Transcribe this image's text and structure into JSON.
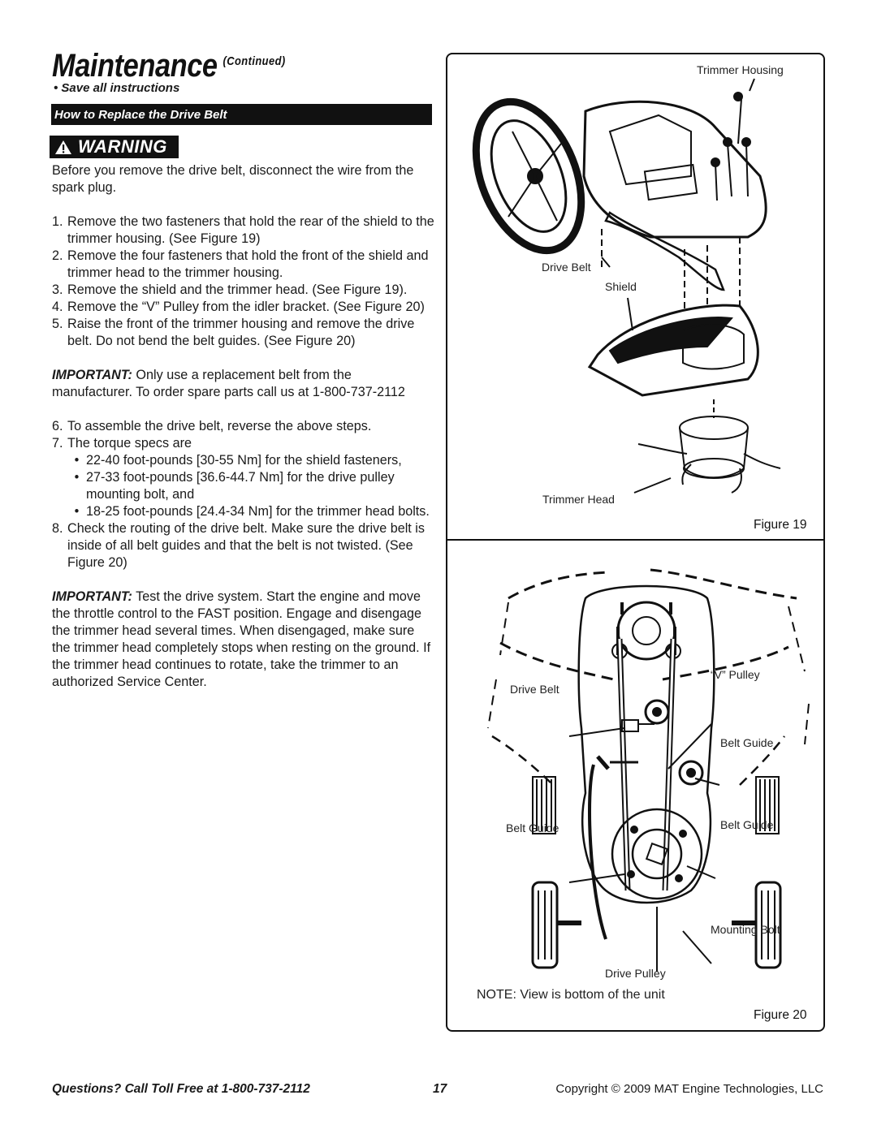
{
  "header": {
    "title": "Maintenance",
    "continued": "(Continued)",
    "save_note": "• Save all instructions",
    "section_title": "How to Replace the Drive Belt",
    "warning_label": "WARNING"
  },
  "content": {
    "intro": "Before you remove the drive belt, disconnect the wire from the spark plug.",
    "steps": [
      {
        "num": "1.",
        "text": "Remove the two fasteners that hold the rear of the shield to the trimmer housing. (See Figure 19)"
      },
      {
        "num": "2.",
        "text": "Remove the four fasteners that hold the front of the shield and trimmer head to the trimmer housing."
      },
      {
        "num": "3.",
        "text": "Remove the shield and the trimmer head. (See Figure 19)."
      },
      {
        "num": "4.",
        "text": "Remove the “V” Pulley from the idler bracket. (See Figure 20)"
      },
      {
        "num": "5.",
        "text": "Raise the front of the trimmer housing and remove the drive belt.  Do not bend the belt guides. (See Figure 20)"
      }
    ],
    "important1_label": "IMPORTANT:",
    "important1_text": " Only use a replacement belt from the manufacturer. To order spare parts call us at 1-800-737-2112",
    "steps2": [
      {
        "num": "6.",
        "text": "To assemble the drive belt, reverse the above steps."
      },
      {
        "num": "7.",
        "text": "The torque specs are"
      }
    ],
    "torque_specs": [
      "22-40 foot-pounds [30-55 Nm] for the shield fasteners,",
      "27-33 foot-pounds [36.6-44.7 Nm] for the drive pulley mounting bolt, and",
      "18-25 foot-pounds [24.4-34 Nm] for the trimmer head bolts."
    ],
    "step8": {
      "num": "8.",
      "text": "Check the routing of the drive belt. Make sure the drive belt is inside of all belt guides and that the belt is not twisted. (See Figure 20)"
    },
    "important2_label": "IMPORTANT:",
    "important2_text": " Test the drive system. Start the engine and move the throttle control to the FAST position. Engage and disengage the trimmer head several times. When disengaged, make sure the trimmer head completely stops when resting on the ground.  If the trimmer head continues to rotate, take the trimmer to an authorized Service Center."
  },
  "figure19": {
    "trimmer_housing": "Trimmer Housing",
    "drive_belt": "Drive Belt",
    "shield": "Shield",
    "trimmer_head": "Trimmer Head",
    "caption": "Figure 19"
  },
  "figure20": {
    "drive_belt": "Drive Belt",
    "v_pulley": "“V” Pulley",
    "belt_guide_upper": "Belt Guide",
    "belt_guide_left": "Belt Guide",
    "belt_guide_right": "Belt Guide",
    "mounting_bolt": "Mounting Bolt",
    "drive_pulley": "Drive Pulley",
    "note": "NOTE: View is bottom of the unit",
    "caption": "Figure 20"
  },
  "footer": {
    "questions": "Questions? Call Toll Free at 1-800-737-2112",
    "page_number": "17",
    "copyright": "Copyright © 2009 MAT Engine Technologies, LLC"
  }
}
